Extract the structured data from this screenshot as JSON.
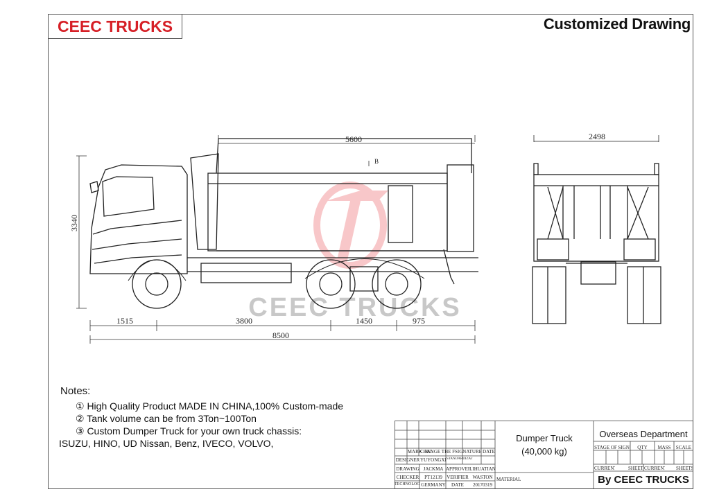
{
  "brand": "CEEC TRUCKS",
  "title": "Customized Drawing",
  "watermark": "CEEC TRUCKS",
  "dimensions": {
    "dump_length": "5600",
    "height": "3340",
    "rear_width": "2498",
    "front_overhang": "1515",
    "wheelbase": "3800",
    "axle_spacing": "1450",
    "rear_overhang": "975",
    "total_length": "8500",
    "section_mark": "B"
  },
  "notes": {
    "heading": "Notes:",
    "items": [
      "① High Quality Product MADE IN CHINA,100% Custom-made",
      "② Tank volume can be from 3Ton~100Ton",
      "③ Custom Dumper Truck for your own truck chassis:"
    ],
    "continuation": "ISUZU, HINO, UD Nissan, Benz, IVECO, VOLVO,"
  },
  "title_block": {
    "header_row": [
      "MARK",
      "NO.",
      "CHANGE THE FILE NO.",
      "SIGNATURE",
      "DATE"
    ],
    "designer_label": "DESIGNER",
    "designer_name": "YUYONGXIN",
    "designer_code": "STANDARDIZATION",
    "drawing_label": "DRAWING",
    "drawing_name": "JACKMA",
    "approver_label": "APPROVER",
    "approver_name": "LIHUATIAN",
    "checker_label": "CHECKER",
    "checker_code": "PT12139",
    "verifier_label": "VERIFIER",
    "verifier_name": "WASTON",
    "technologist_label": "TECHNOLOGIST",
    "technologist_name": "GERMANY",
    "date_label": "DATE",
    "date_value": "20170319",
    "product_name": "Dumper Truck",
    "product_weight": "(40,000 kg)",
    "material_label": "MATERIAL",
    "department": "Overseas Department",
    "stage_label": "STAGE OF SIGN",
    "qty_label": "QTY",
    "mass_label": "MASS",
    "scale_label": "SCALE",
    "current_label_1": "CURRENT",
    "sheet_label_1": "SHEET",
    "current_label_2": "CURRENT",
    "sheets_label": "SHEETS",
    "by_line": "By CEEC TRUCKS"
  }
}
